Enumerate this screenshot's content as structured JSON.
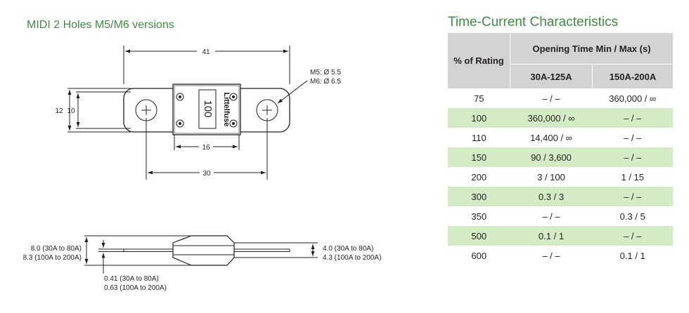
{
  "left_title": "MIDI 2 Holes M5/M6 versions",
  "drawing": {
    "top_view": {
      "dim_length": "41",
      "hole_label_1": "M5: Ø 5.5",
      "hole_label_2": "M6: Ø 6.5",
      "dim_outer_height": "12",
      "dim_inner_height": "10",
      "body_rating": "100",
      "brand": "Littelfuse",
      "dim_body_width": "16",
      "dim_hole_spacing": "30"
    },
    "side_view": {
      "left_label_1": "8.0 (30A to 80A)",
      "left_label_2": "8.3 (100A to 200A)",
      "right_label_1": "4.0 (30A to 80A)",
      "right_label_2": "4.3 (100A to 200A)",
      "bottom_label_1": "0.41 (30A to 80A)",
      "bottom_label_2": "0.63 (100A to 200A)"
    }
  },
  "right_title": "Time-Current Characteristics",
  "table": {
    "header_rating": "% of Rating",
    "header_opening": "Opening Time Min / Max (s)",
    "header_col1": "30A-125A",
    "header_col2": "150A-200A",
    "rows": [
      {
        "rating": "75",
        "c1": "– / –",
        "c2": "360,000  / ∞"
      },
      {
        "rating": "100",
        "c1": "360,000  / ∞",
        "c2": "– / –"
      },
      {
        "rating": "110",
        "c1": "14,400  / ∞",
        "c2": "– / –"
      },
      {
        "rating": "150",
        "c1": "90  / 3,600",
        "c2": "– / –"
      },
      {
        "rating": "200",
        "c1": "3  / 100",
        "c2": "1  / 15"
      },
      {
        "rating": "300",
        "c1": "0.3  / 3",
        "c2": "– / –"
      },
      {
        "rating": "350",
        "c1": "– / –",
        "c2": "0.3  / 5"
      },
      {
        "rating": "500",
        "c1": "0.1  / 1",
        "c2": "– / –"
      },
      {
        "rating": "600",
        "c1": "– / –",
        "c2": "0.1  / 1"
      }
    ]
  }
}
